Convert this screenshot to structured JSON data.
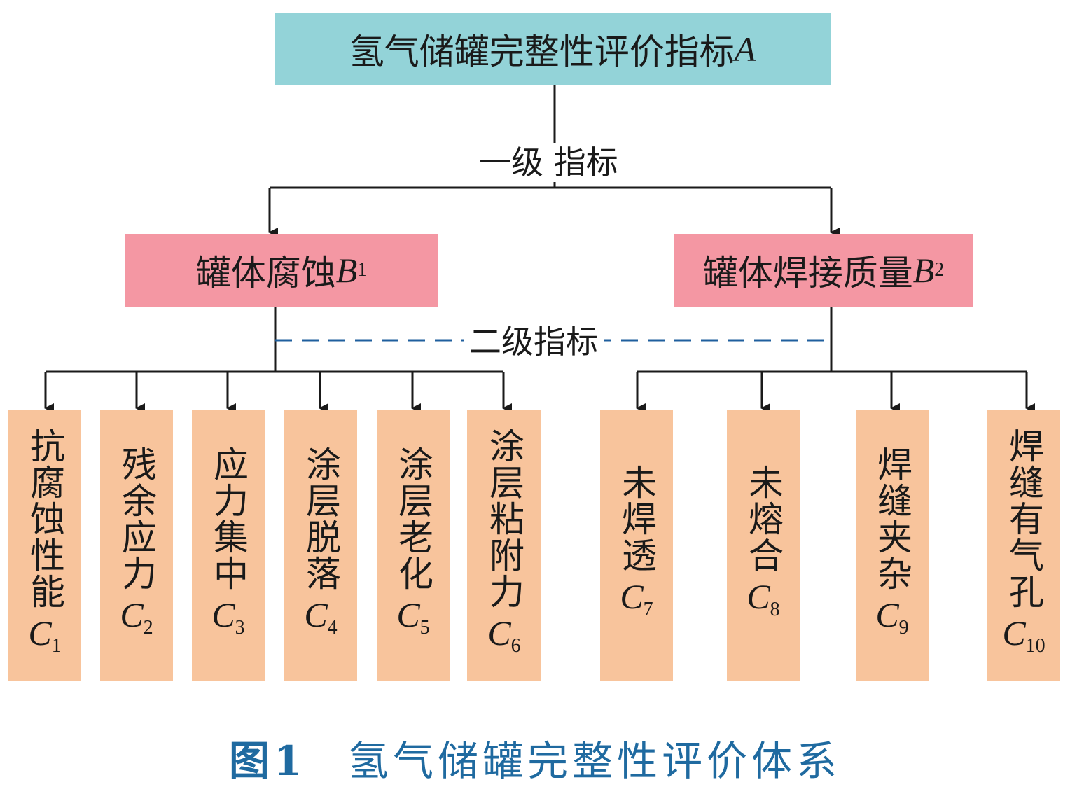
{
  "root": {
    "label": "氢气储罐完整性评价指标",
    "code": "A"
  },
  "level_labels": {
    "first": "一级 指标",
    "second": "二级指标"
  },
  "b_nodes": [
    {
      "label": "罐体腐蚀",
      "code": "B",
      "sub": "1"
    },
    {
      "label": "罐体焊接质量",
      "code": "B",
      "sub": "2"
    }
  ],
  "c_nodes": [
    {
      "label": "抗腐蚀性能",
      "code": "C",
      "sub": "1"
    },
    {
      "label": "残余应力",
      "code": "C",
      "sub": "2"
    },
    {
      "label": "应力集中",
      "code": "C",
      "sub": "3"
    },
    {
      "label": "涂层脱落",
      "code": "C",
      "sub": "4"
    },
    {
      "label": "涂层老化",
      "code": "C",
      "sub": "5"
    },
    {
      "label": "涂层粘附力",
      "code": "C",
      "sub": "6"
    },
    {
      "label": "未焊透",
      "code": "C",
      "sub": "7"
    },
    {
      "label": "未熔合",
      "code": "C",
      "sub": "8"
    },
    {
      "label": "焊缝夹杂",
      "code": "C",
      "sub": "9"
    },
    {
      "label": "焊缝有气孔",
      "code": "C",
      "sub": "10"
    }
  ],
  "caption": {
    "number": "图1",
    "title": "氢气储罐完整性评价体系"
  },
  "colors": {
    "root": "#93d3d8",
    "level_b": "#f497a3",
    "level_c": "#f8c49c",
    "dashed": "#1f5f9e",
    "caption": "#1f6aa0"
  }
}
